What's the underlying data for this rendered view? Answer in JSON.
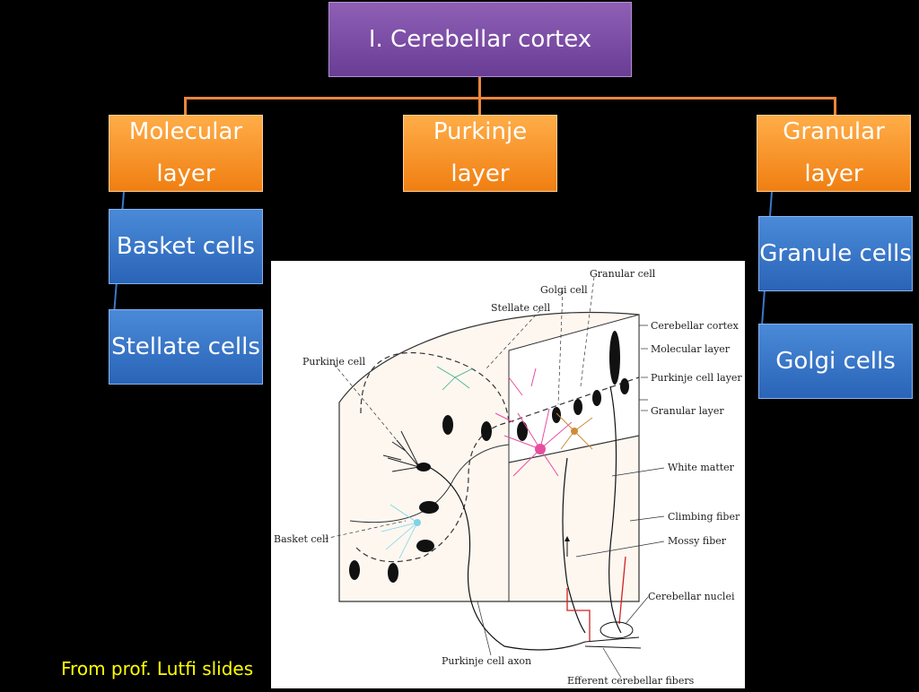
{
  "title": "I. Cerebellar cortex",
  "layers": {
    "molecular": {
      "line1": "Molecular",
      "line2": "layer"
    },
    "purkinje": {
      "line1": "Purkinje",
      "line2": "layer"
    },
    "granular": {
      "line1": "Granular",
      "line2": "layer"
    }
  },
  "cells": {
    "basket": "Basket cells",
    "stellate": "Stellate cells",
    "granule": "Granule cells",
    "golgi": "Golgi cells"
  },
  "credit": "From prof. Lutfi slides",
  "diagram_labels": {
    "granular_cell": "Granular cell",
    "golgi_cell": "Golgi cell",
    "stellate_cell": "Stellate cell",
    "cerebellar_cortex": "Cerebellar cortex",
    "molecular_layer": "Molecular layer",
    "purkinje_cell_layer": "Purkinje cell layer",
    "granular_layer": "Granular layer",
    "purkinje_cell": "Purkinje cell",
    "white_matter": "White matter",
    "climbing_fiber": "Climbing fiber",
    "mossy_fiber": "Mossy fiber",
    "basket_cell": "Basket cell",
    "cerebellar_nuclei": "Cerebellar nuclei",
    "purkinje_cell_axon": "Purkinje cell axon",
    "efferent_fibers": "Efferent cerebellar fibers"
  },
  "colors": {
    "title_box": "#7b4da6",
    "layer_box": "#f7931e",
    "cell_box": "#3a78c9",
    "credit_text": "#ffff00",
    "connector": "#e9863a"
  }
}
